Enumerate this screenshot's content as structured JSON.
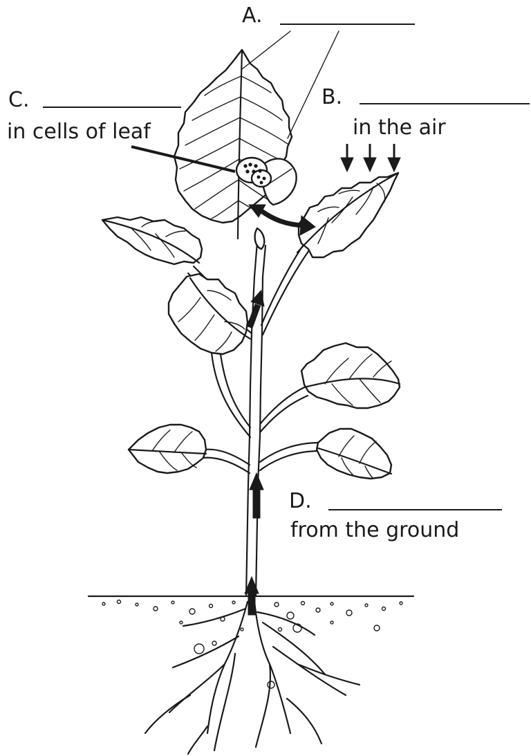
{
  "labels": {
    "a": {
      "letter": "A."
    },
    "b": {
      "letter": "B.",
      "caption": "in the air"
    },
    "c": {
      "letter": "C.",
      "caption": "in cells of leaf"
    },
    "d": {
      "letter": "D.",
      "caption": "from the ground"
    }
  }
}
